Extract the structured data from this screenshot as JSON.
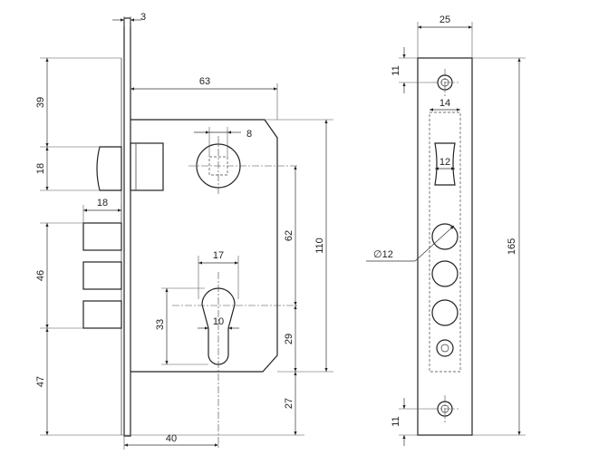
{
  "dimensions": {
    "plate_thickness": "3",
    "backset_top": "39",
    "latch_height": "18",
    "body_width": "63",
    "spindle_square": "8",
    "bolt_projection": "18",
    "spindle_to_cylinder": "62",
    "body_height": "110",
    "bolt_block_height": "46",
    "cylinder_width": "17",
    "cylinder_height": "33",
    "cylinder_slot": "10",
    "cylinder_to_bottom_dash": "29",
    "bottom_to_plate_end": "47",
    "cylinder_to_plate_bottom": "27",
    "backset": "40",
    "faceplate_width": "25",
    "top_screw_offset": "11",
    "latch_opening_width": "14",
    "latch_hole_width": "12",
    "bolt_hole_diameter": "∅12",
    "faceplate_length": "165",
    "bottom_screw_offset": "11"
  }
}
